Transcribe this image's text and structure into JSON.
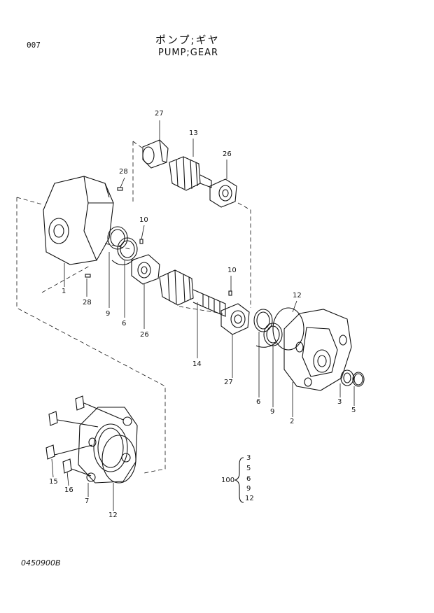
{
  "header": {
    "page_number": "007",
    "title_jp": "ポンプ;ギヤ",
    "title_en": "PUMP;GEAR"
  },
  "footer": {
    "code": "0450900B"
  },
  "callouts": {
    "c27_top": "27",
    "c13": "13",
    "c26_top": "26",
    "c28_top": "28",
    "c1": "1",
    "c28_bottom": "28",
    "c10_left": "10",
    "c9_left": "9",
    "c6_left": "6",
    "c26_mid": "26",
    "c10_right": "10",
    "c14": "14",
    "c27_mid": "27",
    "c12_right": "12",
    "c6_right": "6",
    "c9_right": "9",
    "c2": "2",
    "c3": "3",
    "c5": "5",
    "c15": "15",
    "c16": "16",
    "c7": "7",
    "c12_bottom": "12"
  },
  "kit": {
    "number": "100",
    "items": [
      "3",
      "5",
      "6",
      "9",
      "12"
    ]
  }
}
